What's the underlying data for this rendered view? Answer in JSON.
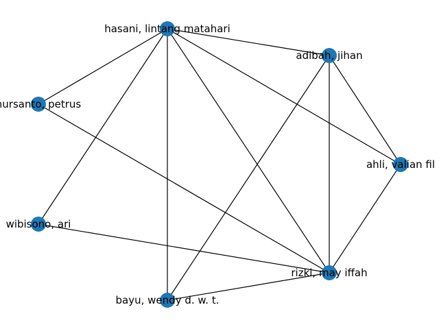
{
  "graph": {
    "node_color": "#1f77b4",
    "edge_color": "#000000",
    "nodes": [
      {
        "id": "hasani",
        "label": "hasani, lintang matahari"
      },
      {
        "id": "adibah",
        "label": "adibah, jihan"
      },
      {
        "id": "ahli",
        "label": "ahli, valian fil"
      },
      {
        "id": "rizki",
        "label": "rizki, may iffah"
      },
      {
        "id": "bayu",
        "label": "bayu, wendy d. w. t."
      },
      {
        "id": "wibisono",
        "label": "wibisono, ari"
      },
      {
        "id": "nursanto",
        "label": "nursanto, petrus"
      }
    ],
    "edges": [
      [
        "hasani",
        "adibah"
      ],
      [
        "hasani",
        "ahli"
      ],
      [
        "hasani",
        "rizki"
      ],
      [
        "hasani",
        "bayu"
      ],
      [
        "hasani",
        "wibisono"
      ],
      [
        "hasani",
        "nursanto"
      ],
      [
        "adibah",
        "ahli"
      ],
      [
        "adibah",
        "rizki"
      ],
      [
        "adibah",
        "bayu"
      ],
      [
        "ahli",
        "rizki"
      ],
      [
        "rizki",
        "bayu"
      ],
      [
        "rizki",
        "wibisono"
      ],
      [
        "rizki",
        "nursanto"
      ]
    ]
  }
}
